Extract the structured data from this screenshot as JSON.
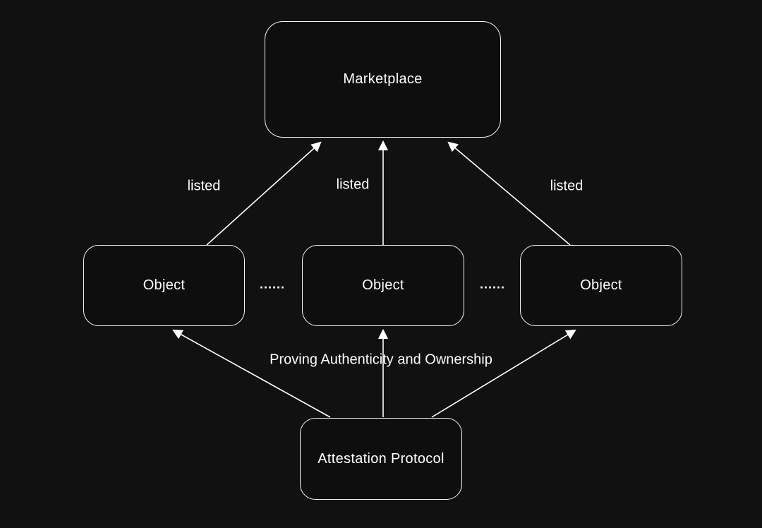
{
  "diagram": {
    "colors": {
      "background": "#111111",
      "node_fill": "#0e0e0e",
      "stroke": "#f5f5f5",
      "text": "#ffffff"
    },
    "nodes": {
      "marketplace": {
        "label": "Marketplace"
      },
      "object_left": {
        "label": "Object"
      },
      "object_center": {
        "label": "Object"
      },
      "object_right": {
        "label": "Object"
      },
      "attestation": {
        "label": "Attestation Protocol"
      }
    },
    "separators": {
      "ellipsis_left": "......",
      "ellipsis_right": "......"
    },
    "edge_labels": {
      "listed_left": "listed",
      "listed_center": "listed",
      "listed_right": "listed",
      "proving": "Proving Authenticity and Ownership"
    }
  }
}
